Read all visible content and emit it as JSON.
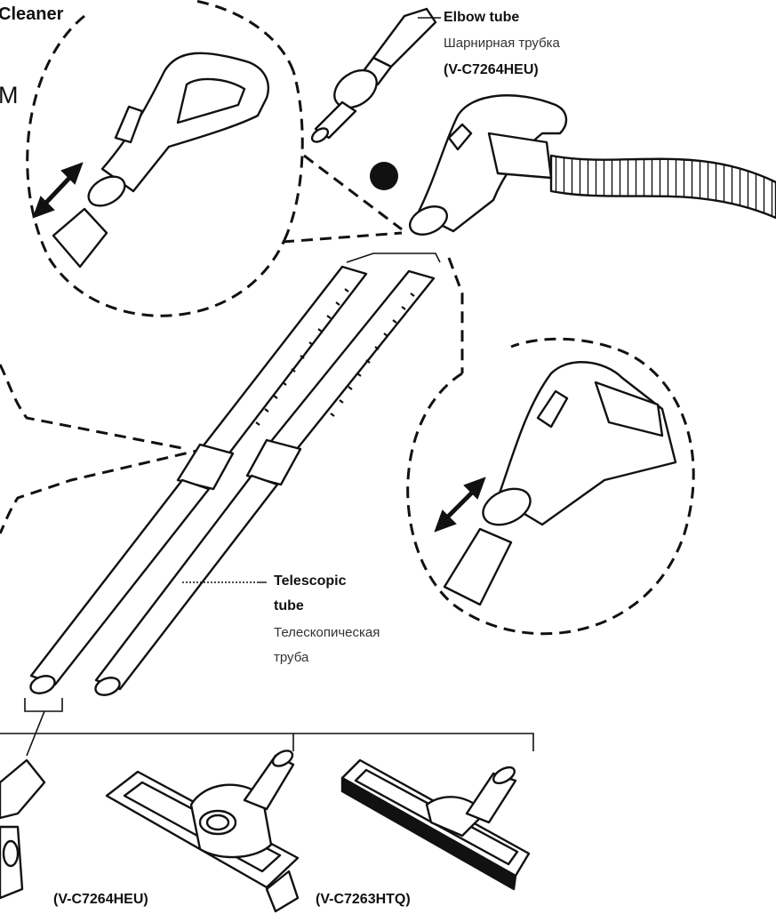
{
  "title_fragment": "Cleaner",
  "title_fragment_2": "M",
  "elbow_tube": {
    "en": "Elbow tube",
    "ru": "Шарнирная трубка",
    "model": "(V-C7264HEU)"
  },
  "telescopic_tube": {
    "en_line1": "Telescopic",
    "en_line2": "tube",
    "ru_line1": "Телескопическая",
    "ru_line2": "труба"
  },
  "nozzles": [
    {
      "model": "(V-C7264HEU)"
    },
    {
      "model": "(V-C7263HTQ)"
    }
  ],
  "colors": {
    "ink": "#111111",
    "background": "#ffffff"
  }
}
